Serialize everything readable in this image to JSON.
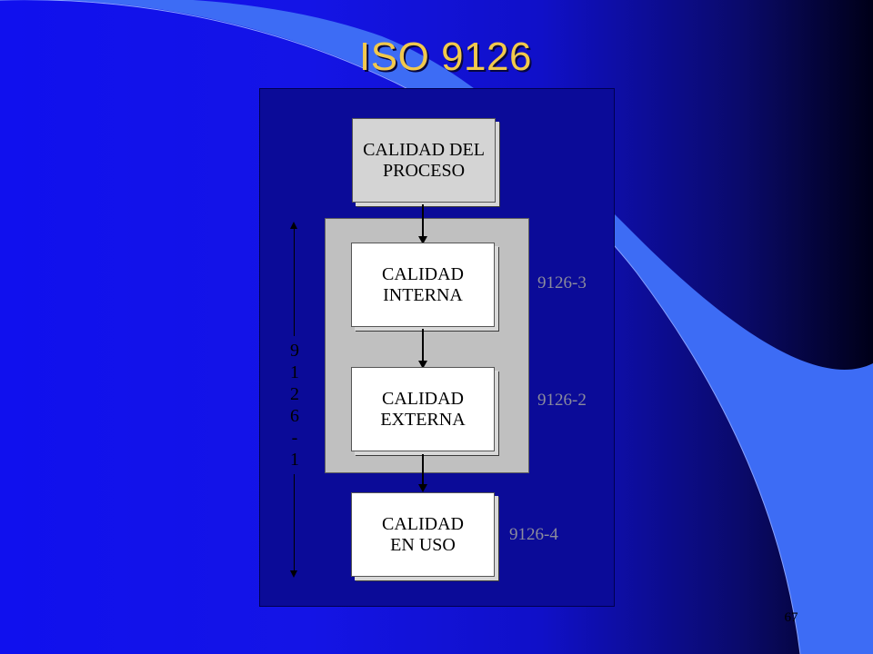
{
  "title": "ISO 9126",
  "boxes": {
    "process": {
      "line1": "CALIDAD DEL",
      "line2": "PROCESO"
    },
    "internal": {
      "line1": "CALIDAD",
      "line2": "INTERNA"
    },
    "external": {
      "line1": "CALIDAD",
      "line2": "EXTERNA"
    },
    "in_use": {
      "line1": "CALIDAD",
      "line2": "EN USO"
    }
  },
  "side_labels": {
    "internal": "9126-3",
    "external": "9126-2",
    "in_use": "9126-4"
  },
  "vertical_label": [
    "9",
    "1",
    "2",
    "6",
    "-",
    "1"
  ],
  "page_number": "67",
  "colors": {
    "title": "#f2c94c",
    "frame": "#0b0b98",
    "group": "#c0c0c0",
    "swoosh": "#3d6cf5"
  }
}
